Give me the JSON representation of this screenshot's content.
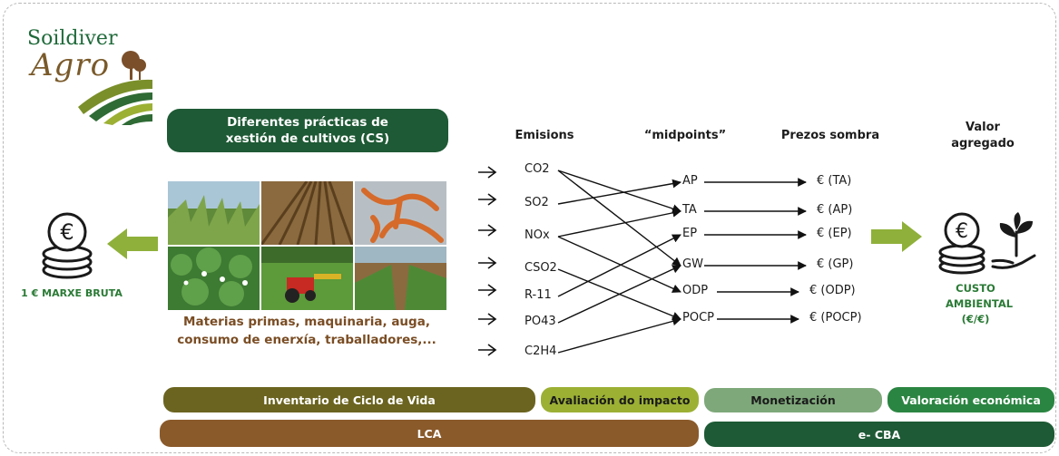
{
  "logo": {
    "line1": "Soildiver",
    "line2": "Agro"
  },
  "practices_title": "Diferentes prácticas de xestión de cultivos (CS)",
  "materials_text": "Materias primas, maquinaria, auga, consumo de enerxía, traballadores,...",
  "left": {
    "label": "1 € MARXE BRUTA",
    "coin_symbol": "€"
  },
  "right": {
    "label": "CUSTO AMBIENTAL (€/€)",
    "coin_symbol": "€"
  },
  "headers": {
    "emissions": "Emisions",
    "midpoints": "“midpoints”",
    "prices": "Prezos sombra",
    "value": "Valor agregado"
  },
  "emissions": [
    "CO2",
    "SO2",
    "NOx",
    "CSO2",
    "R-11",
    "PO43",
    "C2H4"
  ],
  "midpoints": [
    "AP",
    "TA",
    "EP",
    "GW",
    "ODP",
    "POCP"
  ],
  "prices": [
    "€ (TA)",
    "€ (AP)",
    "€ (EP)",
    "€ (GP)",
    "€ (ODP)",
    "€ (POCP)"
  ],
  "links": [
    [
      "CO2",
      "GW"
    ],
    [
      "CO2",
      "TA"
    ],
    [
      "SO2",
      "AP"
    ],
    [
      "NOx",
      "TA"
    ],
    [
      "NOx",
      "ODP"
    ],
    [
      "CSO2",
      "POCP"
    ],
    [
      "R-11",
      "EP"
    ],
    [
      "PO43",
      "GW"
    ],
    [
      "C2H4",
      "POCP"
    ]
  ],
  "bars": {
    "inventory": "Inventario de Ciclo de Vida",
    "impact": "Avaliación do impacto",
    "monetization": "Monetización",
    "valuation": "Valoración económica",
    "lca": "LCA",
    "cba": "e- CBA"
  },
  "colors": {
    "dark_green": "#1e5a35",
    "olive": "#6b6420",
    "light_olive": "#9cb034",
    "sage": "#7ea87a",
    "green": "#2b8542",
    "brown": "#8a5a2b",
    "arrow_green": "#8fb03a"
  },
  "photos": [
    "wheat-field",
    "plowed-soil",
    "roots",
    "potato-plants",
    "tractor-sprayer",
    "crop-rows"
  ]
}
